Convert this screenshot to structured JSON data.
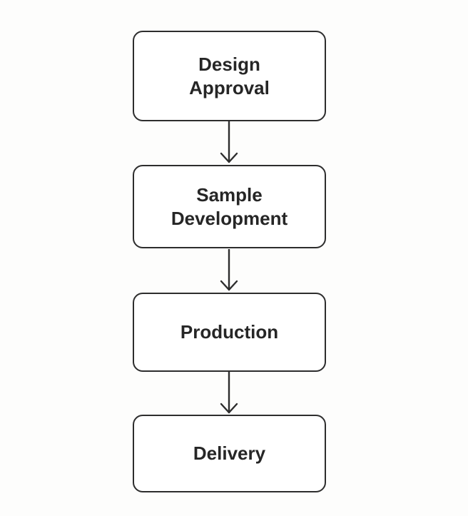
{
  "diagram": {
    "type": "flowchart",
    "direction": "top-down",
    "nodes": [
      {
        "id": "design-approval",
        "label": "Design Approval"
      },
      {
        "id": "sample-development",
        "label": "Sample Development"
      },
      {
        "id": "production",
        "label": "Production"
      },
      {
        "id": "delivery",
        "label": "Delivery"
      }
    ],
    "edges": [
      {
        "from": "design-approval",
        "to": "sample-development"
      },
      {
        "from": "sample-development",
        "to": "production"
      },
      {
        "from": "production",
        "to": "delivery"
      }
    ],
    "colors": {
      "page_background": "#fdfdfc",
      "node_fill": "#ffffff",
      "node_border": "#2d2d2d",
      "text": "#262626",
      "arrow": "#2d2d2d"
    }
  }
}
